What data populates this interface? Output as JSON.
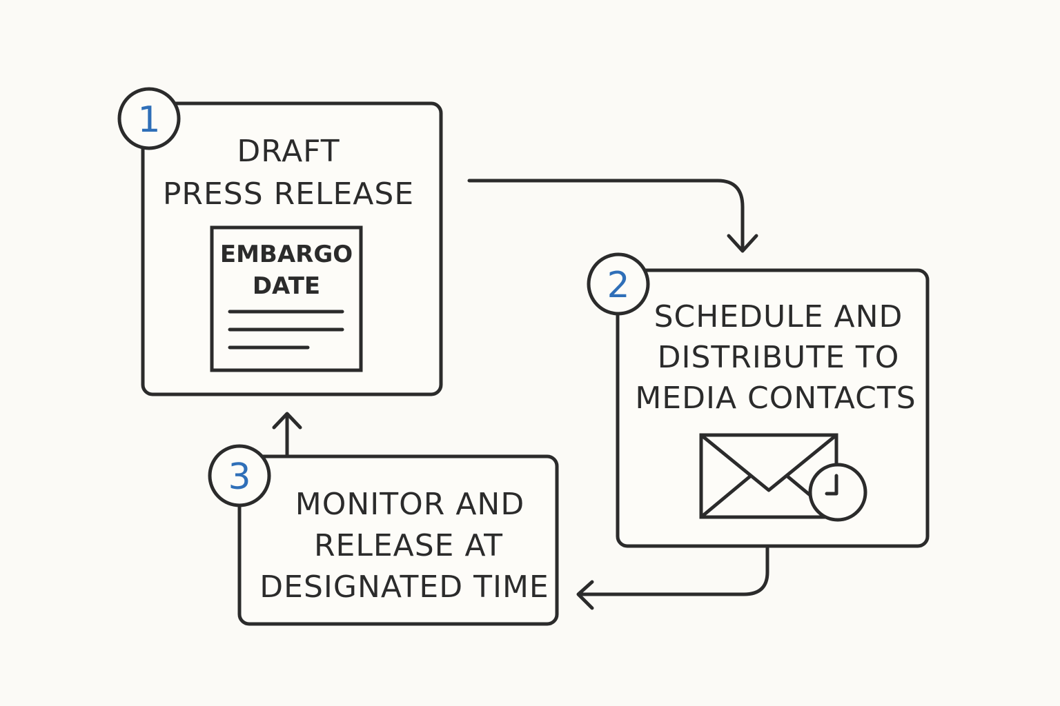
{
  "steps": [
    {
      "number": "1",
      "lines": [
        "DRAFT",
        "PRESS RELEASE"
      ],
      "icon": "document-icon",
      "document": {
        "lines": [
          "EMBARGO",
          "DATE"
        ]
      }
    },
    {
      "number": "2",
      "lines": [
        "SCHEDULE AND",
        "DISTRIBUTE TO",
        "MEDIA CONTACTS"
      ],
      "icon": "envelope-clock-icon"
    },
    {
      "number": "3",
      "lines": [
        "MONITOR AND",
        "RELEASE AT",
        "DESIGNATED TIME"
      ]
    }
  ],
  "colors": {
    "background": "#fbfaf6",
    "stroke": "#2b2b2b",
    "accent": "#2f6fb8"
  }
}
